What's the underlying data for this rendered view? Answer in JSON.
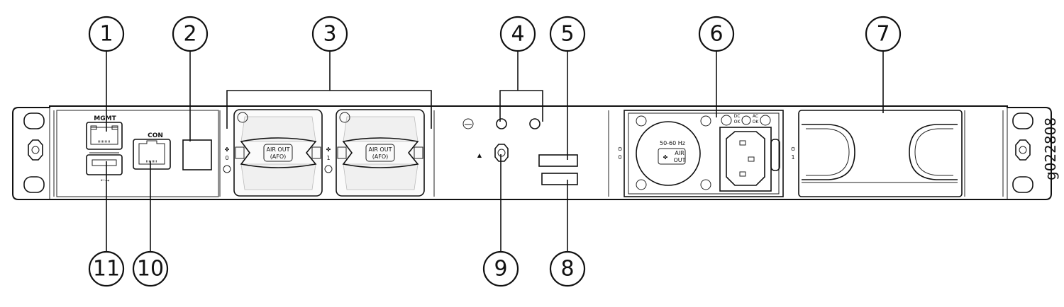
{
  "figure_id": "g022808",
  "callouts": [
    "1",
    "2",
    "3",
    "4",
    "5",
    "6",
    "7",
    "8",
    "9",
    "10",
    "11"
  ],
  "labels": {
    "mgmt": "MGMT",
    "con": "CON",
    "fan_air_out": "AIR OUT",
    "fan_afo": "(AFO)",
    "fan_slot_0": "0",
    "fan_slot_1": "1",
    "psu_slot_0": "0",
    "psu_slot_1": "1",
    "psu_freq": "50-60 Hz",
    "psu_air": "AIR",
    "psu_out": "OUT",
    "dc": "DC",
    "dc_ok": "OK",
    "ac": "AC",
    "ac_ok": "OK"
  },
  "colors": {
    "line": "#111111",
    "led": "#d9d9d9"
  }
}
